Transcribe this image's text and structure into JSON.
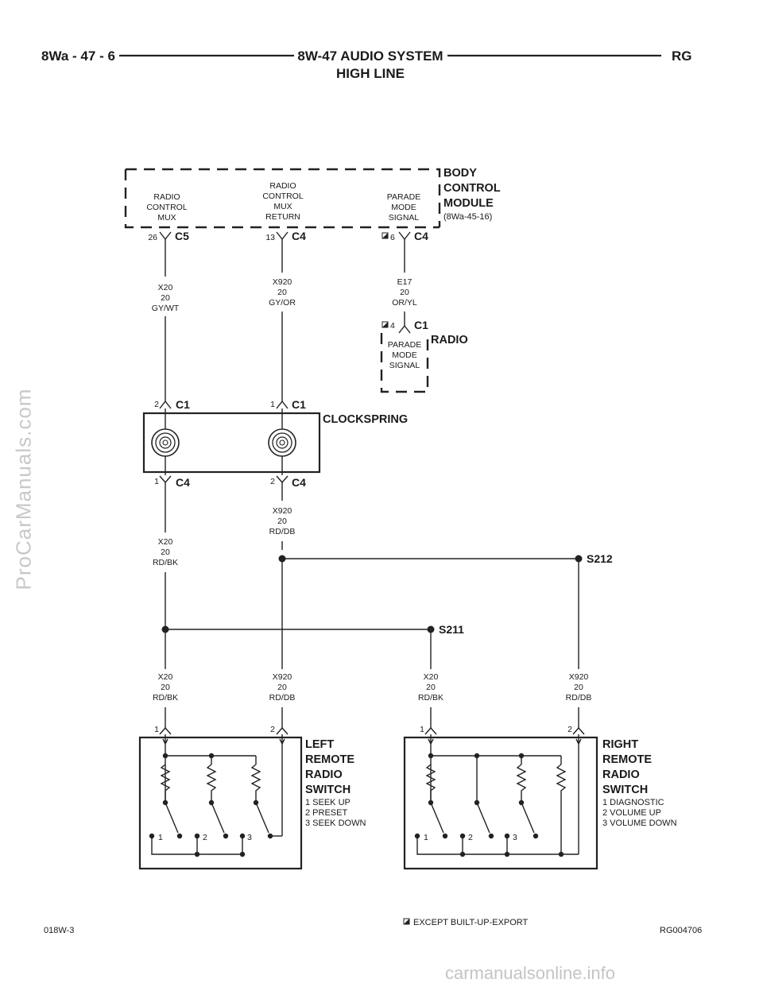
{
  "header": {
    "left": "8Wa - 47 - 6",
    "title_line1": "8W-47 AUDIO SYSTEM",
    "title_line2": "HIGH LINE",
    "right": "RG"
  },
  "bcm": {
    "name": [
      "BODY",
      "CONTROL",
      "MODULE"
    ],
    "ref": "(8Wa-45-16)",
    "pins": [
      {
        "label": [
          "RADIO",
          "CONTROL",
          "MUX"
        ],
        "pin": "26",
        "connector": "C5",
        "export": false
      },
      {
        "label": [
          "RADIO",
          "CONTROL",
          "MUX",
          "RETURN"
        ],
        "pin": "13",
        "connector": "C4",
        "export": false
      },
      {
        "label": [
          "PARADE",
          "MODE",
          "SIGNAL"
        ],
        "pin": "6",
        "connector": "C4",
        "export": true
      }
    ]
  },
  "wires": {
    "bcm_x20": [
      "X20",
      "20",
      "GY/WT"
    ],
    "bcm_x920": [
      "X920",
      "20",
      "GY/OR"
    ],
    "bcm_e17": [
      "E17",
      "20",
      "OR/YL"
    ],
    "cs_x920": [
      "X920",
      "20",
      "RD/DB"
    ],
    "cs_x20": [
      "X20",
      "20",
      "RD/BK"
    ],
    "lrs_x20": [
      "X20",
      "20",
      "RD/BK"
    ],
    "lrs_x920": [
      "X920",
      "20",
      "RD/DB"
    ],
    "rrs_x20": [
      "X20",
      "20",
      "RD/BK"
    ],
    "rrs_x920": [
      "X920",
      "20",
      "RD/DB"
    ]
  },
  "radio": {
    "name": "RADIO",
    "pin": "4",
    "connector": "C1",
    "label": [
      "PARADE",
      "MODE",
      "SIGNAL"
    ]
  },
  "clockspring": {
    "name": "CLOCKSPRING",
    "top_left_pin": "2",
    "top_left_conn": "C1",
    "top_right_pin": "1",
    "top_right_conn": "C1",
    "bottom_left_pin": "1",
    "bottom_left_conn": "C4",
    "bottom_right_pin": "2",
    "bottom_right_conn": "C4"
  },
  "splices": {
    "s212": "S212",
    "s211": "S211"
  },
  "left_switch": {
    "name": [
      "LEFT",
      "REMOTE",
      "RADIO",
      "SWITCH"
    ],
    "functions": [
      "1 SEEK UP",
      "2 PRESET",
      "3 SEEK DOWN"
    ],
    "pin_left": "1",
    "pin_right": "2",
    "positions": [
      "1",
      "2",
      "3"
    ]
  },
  "right_switch": {
    "name": [
      "RIGHT",
      "REMOTE",
      "RADIO",
      "SWITCH"
    ],
    "functions": [
      "1 DIAGNOSTIC",
      "2 VOLUME UP",
      "3 VOLUME DOWN"
    ],
    "pin_left": "1",
    "pin_right": "2",
    "positions": [
      "1",
      "2",
      "3"
    ]
  },
  "footer": {
    "left": "018W-3",
    "note": "EXCEPT BUILT-UP-EXPORT",
    "right": "RG004706"
  },
  "watermarks": {
    "side": "ProCarManuals.com",
    "bottom": "carmanualsonline.info"
  }
}
